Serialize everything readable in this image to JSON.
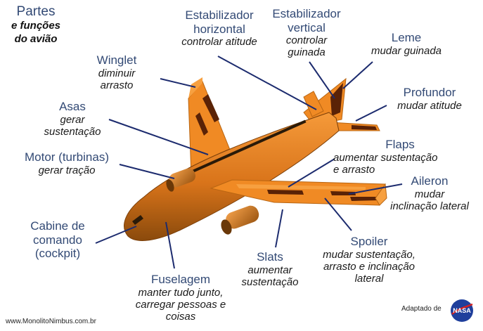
{
  "title": {
    "main": "Partes",
    "sub_line1": "e funções",
    "sub_line2": "do avião"
  },
  "parts": {
    "stab_h": {
      "title_line1": "Estabilizador",
      "title_line2": "horizontal",
      "desc_line1": "controlar atitude"
    },
    "stab_v": {
      "title_line1": "Estabilizador",
      "title_line2": "vertical",
      "desc_line1": "controlar",
      "desc_line2": "guinada"
    },
    "leme": {
      "title_line1": "Leme",
      "desc_line1": "mudar guinada"
    },
    "winglet": {
      "title_line1": "Winglet",
      "desc_line1": "diminuir",
      "desc_line2": "arrasto"
    },
    "profundor": {
      "title_line1": "Profundor",
      "desc_line1": "mudar atitude"
    },
    "asas": {
      "title_line1": "Asas",
      "desc_line1": "gerar",
      "desc_line2": "sustentação"
    },
    "flaps": {
      "title_line1": "Flaps",
      "desc_line1": "aumentar sustentação",
      "desc_line2": "e arrasto"
    },
    "motor": {
      "title_line1": "Motor (turbinas)",
      "desc_line1": "gerar tração"
    },
    "aileron": {
      "title_line1": "Aileron",
      "desc_line1": "mudar",
      "desc_line2": "inclinação lateral"
    },
    "cabine": {
      "title_line1": "Cabine de",
      "title_line2": "comando",
      "title_line3": "(cockpit)"
    },
    "spoiler": {
      "title_line1": "Spoiler",
      "desc_line1": "mudar sustentação,",
      "desc_line2": "arrasto e inclinação",
      "desc_line3": "lateral"
    },
    "slats": {
      "title_line1": "Slats",
      "desc_line1": "aumentar",
      "desc_line2": "sustentação"
    },
    "fuselagem": {
      "title_line1": "Fuselagem",
      "desc_line1": "manter tudo junto,",
      "desc_line2": "carregar pessoas e",
      "desc_line3": "coisas"
    }
  },
  "footer": {
    "site": "www.MonolitoNimbus.com.br",
    "credit": "Adaptado de"
  },
  "logo": {
    "text": "NASA"
  },
  "colors": {
    "label_title": "#334a75",
    "airplane_body": "#f08a24",
    "airplane_shadow": "#a05a10",
    "leader_line": "#1c2b6e",
    "logo_blue": "#1f3f9c",
    "logo_red": "#d42020"
  }
}
